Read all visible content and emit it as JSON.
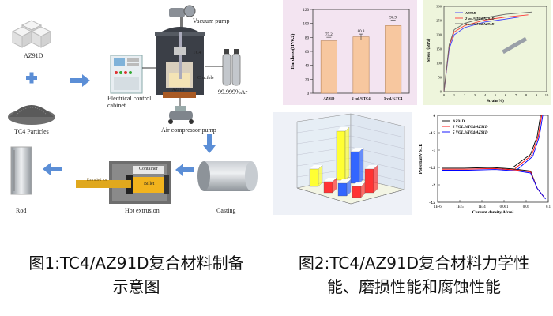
{
  "fig1": {
    "label_az91d": "AZ91D",
    "label_tc4": "TC4 Particles",
    "label_vacuum": "Vacuum pump",
    "label_electrical": "Electrical control cabinet",
    "label_argon": "99.999%Ar",
    "label_compressor": "Air compressor pump",
    "label_rod": "Rod",
    "label_hot_extrusion": "Hot extrusion",
    "label_casting": "Casting",
    "label_container": "Container",
    "label_billet": "Billet",
    "label_extruded_rod": "Extruded rod",
    "label_tc4_small": "TC4",
    "label_crucible": "Crucible",
    "label_az91d_small": "AZ91D",
    "caption": "图1:TC4/AZ91D复合材料制备示意图",
    "caption_line1": "图1:TC4/AZ91D复合材料制备",
    "caption_line2": "示意图"
  },
  "fig2": {
    "caption_line1": "图2:TC4/AZ91D复合材料力学性",
    "caption_line2": "能、磨损性能和腐蚀性能"
  },
  "chart_data": [
    {
      "type": "bar",
      "categories": [
        "AZ91D",
        "2 vol.%TC4",
        "5 vol.%TC4"
      ],
      "values": [
        75.2,
        80.8,
        96.9
      ],
      "value_labels": [
        "75.2",
        "80.8",
        "96.9"
      ],
      "ylabel": "Hardness(HV0.2)",
      "ylim": [
        0,
        120
      ],
      "yticks": [
        "0",
        "20",
        "40",
        "60",
        "80",
        "100",
        "120"
      ],
      "color": "#f7c79f"
    },
    {
      "type": "line",
      "xlabel": "Strain(%)",
      "ylabel": "Stress（MPa）",
      "xticks": [
        "0",
        "1",
        "2",
        "3",
        "4",
        "5",
        "6",
        "7",
        "8",
        "9",
        "10"
      ],
      "yticks": [
        "0",
        "50",
        "100",
        "150",
        "200",
        "250",
        "300"
      ],
      "legend": [
        "AZ91D",
        "2 vol.%TC4/AZ91D",
        "5 vol.%TC4/AZ91D"
      ],
      "colors": [
        "#3b3bff",
        "#ff3b3b",
        "#666666"
      ]
    },
    {
      "type": "bar3d",
      "colors": [
        "#ffff33",
        "#3366ff",
        "#ff3333"
      ]
    },
    {
      "type": "line",
      "xlabel": "Current density,A/cm²",
      "ylabel": "Potential/V SCE",
      "xticks": [
        "1E-6",
        "1E-5",
        "1E-4",
        "0.001",
        "0.01",
        "0.1"
      ],
      "yticks": [
        "0",
        "-0.5",
        "-1",
        "-1.5",
        "-2",
        "-2.5"
      ],
      "legend": [
        "AZ91D",
        "2 VOL.%TC4/AZ91D",
        "5 VOL.%TC4/AZ91D"
      ],
      "colors": [
        "#000000",
        "#ff0000",
        "#0000ff"
      ]
    }
  ]
}
